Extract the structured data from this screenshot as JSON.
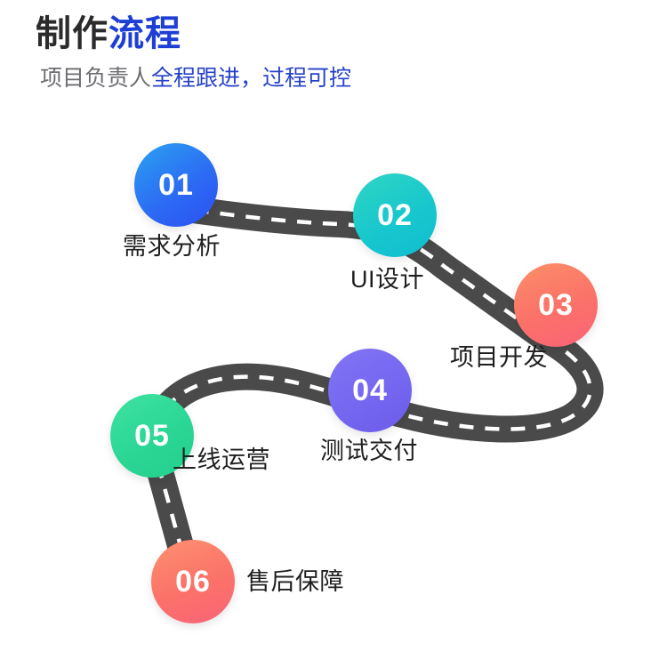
{
  "header": {
    "title_part1": "制作",
    "title_part2": "流程",
    "subtitle_part1": "项目负责人",
    "subtitle_part2": "全程跟进，过程可控",
    "title_color_dark": "#2b2b2b",
    "title_color_accent": "#1d3fd4",
    "subtitle_color_gray": "#6d6d72",
    "subtitle_color_accent": "#2742c9"
  },
  "road": {
    "color": "#4a4a4a",
    "dash_color": "#ffffff"
  },
  "steps": [
    {
      "number": "01",
      "label": "需求分析",
      "color": "#2c6cf3"
    },
    {
      "number": "02",
      "label": "UI设计",
      "color": "#16c6ce"
    },
    {
      "number": "03",
      "label": "项目开发",
      "color": "#fb7169"
    },
    {
      "number": "04",
      "label": "测试交付",
      "color": "#7567f0"
    },
    {
      "number": "05",
      "label": "上线运营",
      "color": "#2bd695"
    },
    {
      "number": "06",
      "label": "售后保障",
      "color": "#fb7269"
    }
  ]
}
